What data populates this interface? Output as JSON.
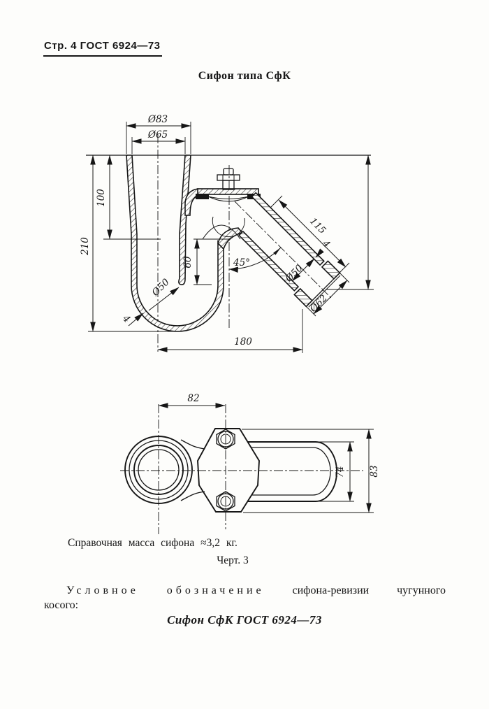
{
  "header": {
    "page_label": "Стр. 4 ГОСТ 6924—73"
  },
  "title": "Сифон типа СфК",
  "drawing_section": {
    "dims": {
      "d83": "Ø83",
      "d65": "Ø65",
      "h100": "100",
      "h210": "210",
      "h60": "60",
      "d50_inlet": "Ø50",
      "wall4_trap": "4",
      "angle45": "45°",
      "d50_outlet": "Ø50",
      "wall4_pipe": "4",
      "len115": "115",
      "d62": "Ø62",
      "w180": "180"
    }
  },
  "drawing_top_view": {
    "dims": {
      "w82": "82",
      "d74": "74",
      "h83": "83"
    }
  },
  "notes": {
    "mass": "Справочная масса сифона ≈3,2 кг.",
    "figure": "Черт. 3"
  },
  "designation": {
    "word1": "Условное",
    "word2": "обозначение",
    "word3": "сифона-ревизии",
    "word4": "чугунного",
    "line2": "косого:",
    "formula": "Сифон СфК ГОСТ 6924—73"
  }
}
